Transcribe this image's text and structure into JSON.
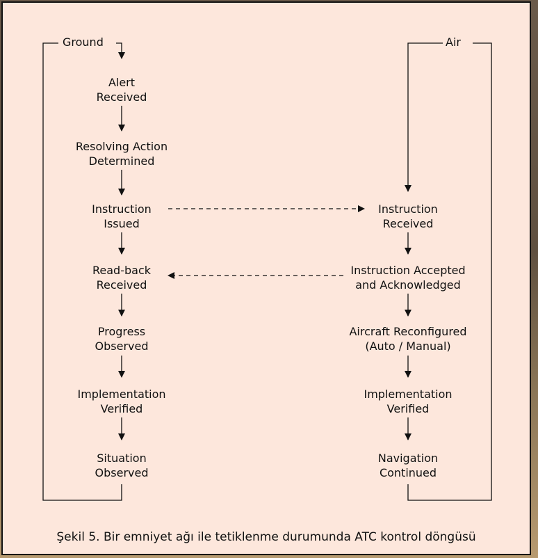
{
  "ground": {
    "header": "Ground",
    "steps": [
      [
        "Alert",
        "Received"
      ],
      [
        "Resolving Action",
        "Determined"
      ],
      [
        "Instruction",
        "Issued"
      ],
      [
        "Read-back",
        "Received"
      ],
      [
        "Progress",
        "Observed"
      ],
      [
        "Implementation",
        "Verified"
      ],
      [
        "Situation",
        "Observed"
      ]
    ]
  },
  "air": {
    "header": "Air",
    "steps": [
      [
        "Instruction",
        "Received"
      ],
      [
        "Instruction Accepted",
        "and Acknowledged"
      ],
      [
        "Aircraft Reconfigured",
        "(Auto / Manual)"
      ],
      [
        "Implementation",
        "Verified"
      ],
      [
        "Navigation",
        "Continued"
      ]
    ]
  },
  "caption": "Şekil 5. Bir emniyet ağı ile tetiklenme durumunda ATC kontrol döngüsü"
}
